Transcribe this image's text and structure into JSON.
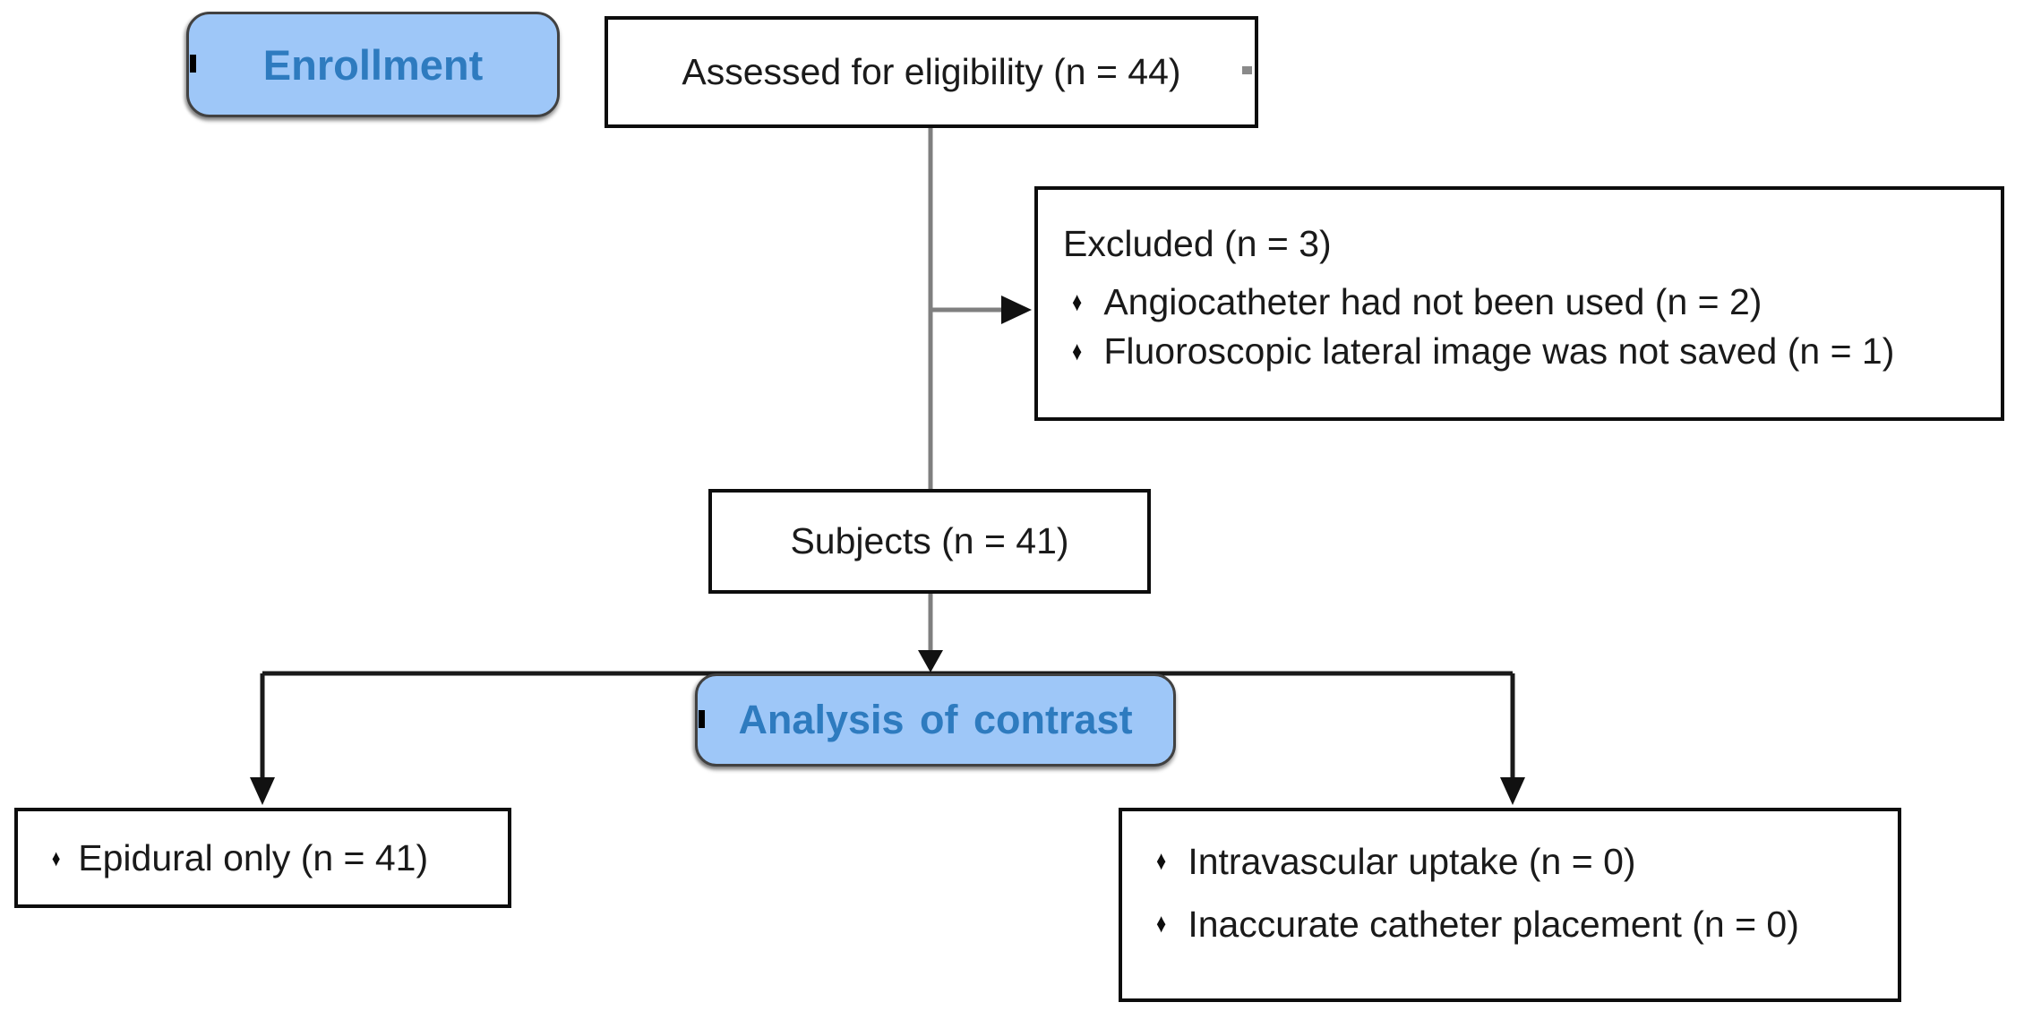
{
  "figure": {
    "kind": "enrollment-flow-diagram"
  },
  "bullet": "♦",
  "colors": {
    "phase_fill": "#9ec7f8",
    "phase_text": "#2e7bbf",
    "box_border": "#0d0d0d",
    "connector_gray": "#7f7f7f",
    "connector_black": "#1a1a1a"
  },
  "nodes": {
    "enrollment": {
      "label": "Enrollment"
    },
    "assessed": {
      "label": "Assessed for eligibility (n = 44)"
    },
    "excluded": {
      "title": "Excluded (n = 3)",
      "items": [
        "Angiocatheter had not been used (n = 2)",
        "Fluoroscopic lateral image was not saved (n = 1)"
      ]
    },
    "subjects": {
      "label": "Subjects (n = 41)"
    },
    "analysis": {
      "label": "Analysis of contrast"
    },
    "epidural": {
      "items": [
        "Epidural only (n = 41)"
      ]
    },
    "outcomes": {
      "items": [
        "Intravascular uptake (n = 0)",
        "Inaccurate catheter placement (n = 0)"
      ]
    }
  }
}
